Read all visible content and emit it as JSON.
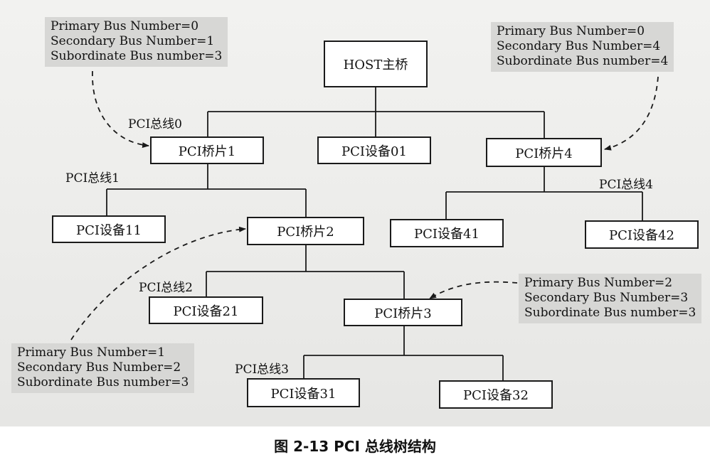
{
  "diagram": {
    "nodes": {
      "host": "HOST主桥",
      "bridge1": "PCI桥片1",
      "dev01": "PCI设备01",
      "bridge4": "PCI桥片4",
      "dev11": "PCI设备11",
      "bridge2": "PCI桥片2",
      "dev41": "PCI设备41",
      "dev42": "PCI设备42",
      "dev21": "PCI设备21",
      "bridge3": "PCI桥片3",
      "dev31": "PCI设备31",
      "dev32": "PCI设备32"
    },
    "buses": {
      "bus0": "PCI总线0",
      "bus1": "PCI总线1",
      "bus2": "PCI总线2",
      "bus3": "PCI总线3",
      "bus4": "PCI总线4"
    },
    "notes": {
      "bridge1": {
        "primary": "Primary Bus Number=0",
        "secondary": "Secondary Bus Number=1",
        "subordinate": "Subordinate Bus number=3"
      },
      "bridge4": {
        "primary": "Primary Bus Number=0",
        "secondary": "Secondary Bus Number=4",
        "subordinate": "Subordinate Bus number=4"
      },
      "bridge3": {
        "primary": "Primary Bus Number=2",
        "secondary": "Secondary Bus Number=3",
        "subordinate": "Subordinate Bus number=3"
      },
      "bridge2": {
        "primary": "Primary Bus Number=1",
        "secondary": "Secondary Bus Number=2",
        "subordinate": "Subordinate Bus number=3"
      }
    },
    "caption": "图 2-13   PCI 总线树结构"
  }
}
